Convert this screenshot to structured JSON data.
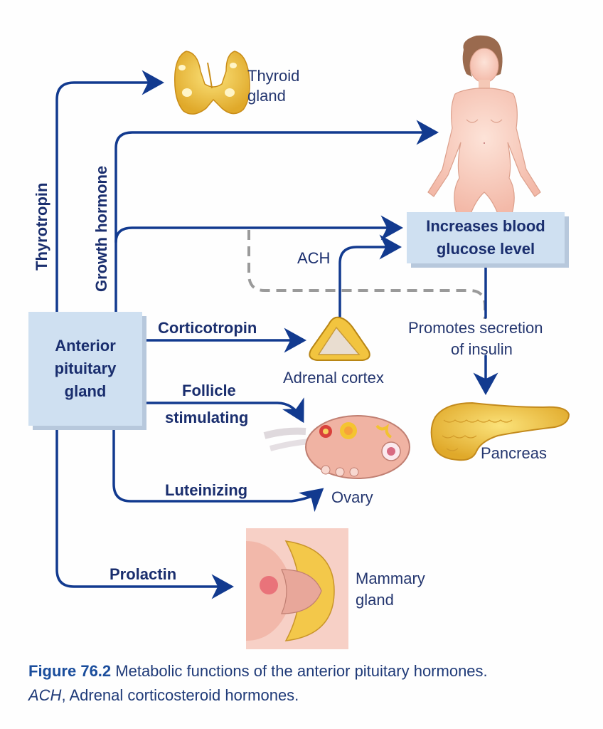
{
  "source_box": {
    "line1": "Anterior",
    "line2": "pituitary",
    "line3": "gland"
  },
  "result_box": {
    "line1": "Increases blood",
    "line2": "glucose level"
  },
  "hormones": {
    "thyrotropin": "Thyrotropin",
    "growth_hormone": "Growth hormone",
    "corticotropin": "Corticotropin",
    "follicle_1": "Follicle",
    "follicle_2": "stimulating",
    "luteinizing": "Luteinizing",
    "prolactin": "Prolactin",
    "ach": "ACH"
  },
  "targets": {
    "thyroid_1": "Thyroid",
    "thyroid_2": "gland",
    "adrenal": "Adrenal cortex",
    "ovary": "Ovary",
    "pancreas": "Pancreas",
    "mammary_1": "Mammary",
    "mammary_2": "gland"
  },
  "insulin": {
    "line1": "Promotes secretion",
    "line2": "of insulin"
  },
  "caption": {
    "figure_label": "Figure 76.2",
    "text": " Metabolic functions of the anterior pituitary hormones.",
    "abbr": "ACH",
    "abbr_def": ", Adrenal corticosteroid hormones."
  },
  "colors": {
    "arrow": "#123a8f",
    "box": "#cfe0f1",
    "text": "#1a2e6e",
    "dashed": "#9a9a9a"
  }
}
